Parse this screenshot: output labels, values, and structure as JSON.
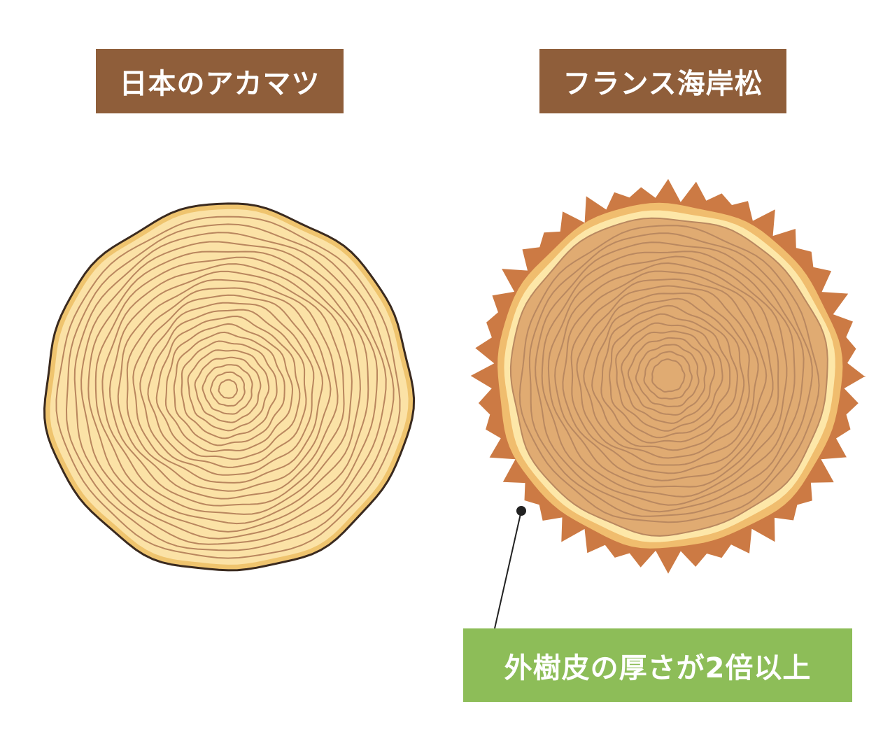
{
  "labels": {
    "left_title": "日本のアカマツ",
    "right_title": "フランス海岸松",
    "callout": "外樹皮の厚さが2倍以上"
  },
  "colors": {
    "label_brown": "#8f5e3a",
    "label_green": "#8dbd58",
    "left_ring_fill": "#fbe2a6",
    "left_ring_line": "#b9865e",
    "left_edge": "#efc46e",
    "right_bark": "#cc7a44",
    "right_sapwood": "#f0bd6e",
    "right_light_band": "#fde7a8",
    "right_heartwood": "#e0ab72",
    "right_ring_line": "#b98860",
    "outline": "#3a2a1f",
    "leader_line": "#222222"
  }
}
